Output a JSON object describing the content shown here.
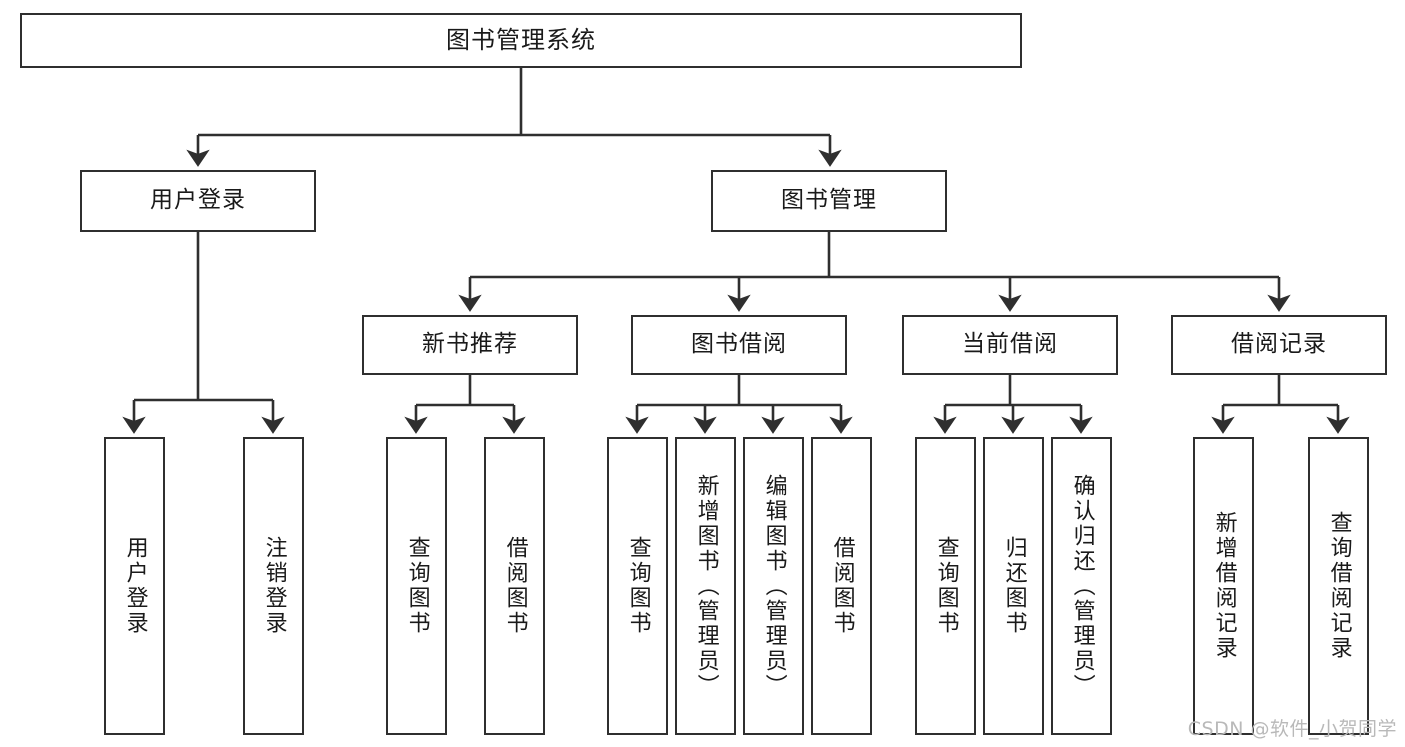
{
  "diagram": {
    "title": "图书管理系统",
    "type": "hierarchy-tree",
    "root": {
      "label": "图书管理系统"
    },
    "level2": [
      {
        "label": "用户登录"
      },
      {
        "label": "图书管理"
      }
    ],
    "level3": [
      {
        "label": "新书推荐"
      },
      {
        "label": "图书借阅"
      },
      {
        "label": "当前借阅"
      },
      {
        "label": "借阅记录"
      }
    ],
    "leaves": {
      "user_login": [
        {
          "label": "用户登录"
        },
        {
          "label": "注销登录"
        }
      ],
      "new_book_recommend": [
        {
          "label": "查询图书"
        },
        {
          "label": "借阅图书"
        }
      ],
      "book_borrow": [
        {
          "label": "查询图书"
        },
        {
          "label": "新增图书（管理员）"
        },
        {
          "label": "编辑图书（管理员）"
        },
        {
          "label": "借阅图书"
        }
      ],
      "current_borrow": [
        {
          "label": "查询图书"
        },
        {
          "label": "归还图书"
        },
        {
          "label": "确认归还（管理员）"
        }
      ],
      "borrow_record": [
        {
          "label": "新增借阅记录"
        },
        {
          "label": "查询借阅记录"
        }
      ]
    }
  },
  "watermark": {
    "text": "CSDN @软件_小贺同学"
  },
  "colors": {
    "border": "#2f2f2f",
    "text": "#1a1a1a",
    "background": "#ffffff",
    "watermark": "#b9b9b9"
  }
}
